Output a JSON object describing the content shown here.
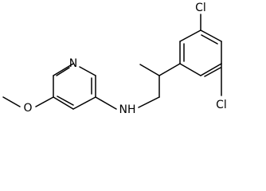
{
  "molecule": {
    "atoms": {
      "cl_top": "Cl",
      "cl_bottom": "Cl",
      "nh": "NH",
      "n_ring": "N",
      "o": "O"
    },
    "colors": {
      "bond": "#000000",
      "label": "#000000",
      "background": "#ffffff"
    }
  }
}
